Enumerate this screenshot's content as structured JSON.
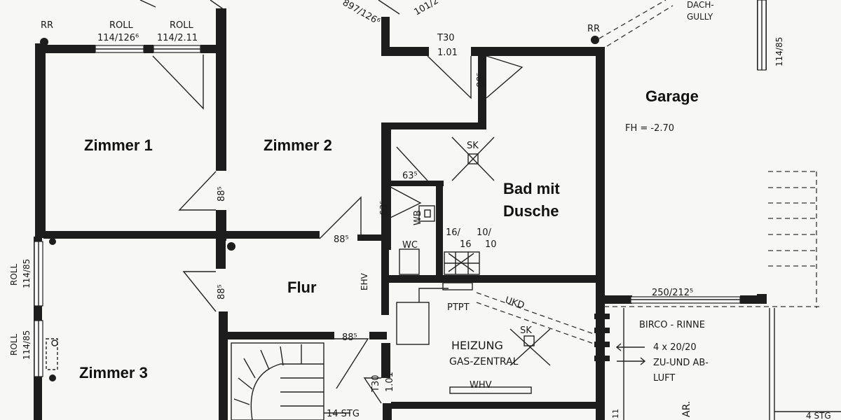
{
  "rooms": {
    "zimmer1": "Zimmer 1",
    "zimmer2": "Zimmer 2",
    "zimmer3": "Zimmer 3",
    "flur": "Flur",
    "garage": "Garage",
    "bad_line1": "Bad mit",
    "bad_line2": "Dusche",
    "heizung": "HEIZUNG",
    "gas": "GAS-ZENTRAL"
  },
  "labels": {
    "rr_left": "RR",
    "rr_garage": "RR",
    "roll_top1": "ROLL",
    "roll_top1_dim": "114/126⁶",
    "roll_top2": "ROLL",
    "roll_top2_dim": "114/2.11",
    "dim_top_mid": "897/126⁶",
    "dim_top_right": "101/2",
    "dach": "DACH-",
    "gully": "GULLY",
    "t30_top": "T30",
    "t30_top_dim": "1.01",
    "d885_bath_top": "88⁵",
    "fh": "FH = -2.70",
    "dim_garage_right": "114/85",
    "sk_bath": "SK",
    "d635_h": "63⁵",
    "d635_v": "63⁵",
    "wb": "WB",
    "wc": "WC",
    "s1616a": "16/",
    "s1616b": "16",
    "s1010a": "10/",
    "s1010b": "10",
    "d885_z1z2": "88⁵",
    "d885_z2flur": "88⁵",
    "d885_flur_left": "88⁵",
    "d885_flur_bottom": "88⁵",
    "ehv": "EHV",
    "ptpt": "PTPT",
    "ukd": "UKD",
    "sk_heiz": "SK",
    "whv": "WHV",
    "t30_bot": "T30",
    "t30_bot_dim": "1.01",
    "stg14": "14 STG",
    "roll_left1": "ROLL",
    "roll_left1_dim": "114/85",
    "roll_left2": "ROLL",
    "roll_left2_dim": "114/85",
    "dim_garage_bottom": "250/212⁵",
    "birco": "BIRCO - RINNE",
    "vent1": "4 x 20/20",
    "vent2": "ZU-UND AB-",
    "vent3": "LUFT",
    "ar": "AR.",
    "stg_right": "4 STG",
    "dim_11": "11"
  }
}
